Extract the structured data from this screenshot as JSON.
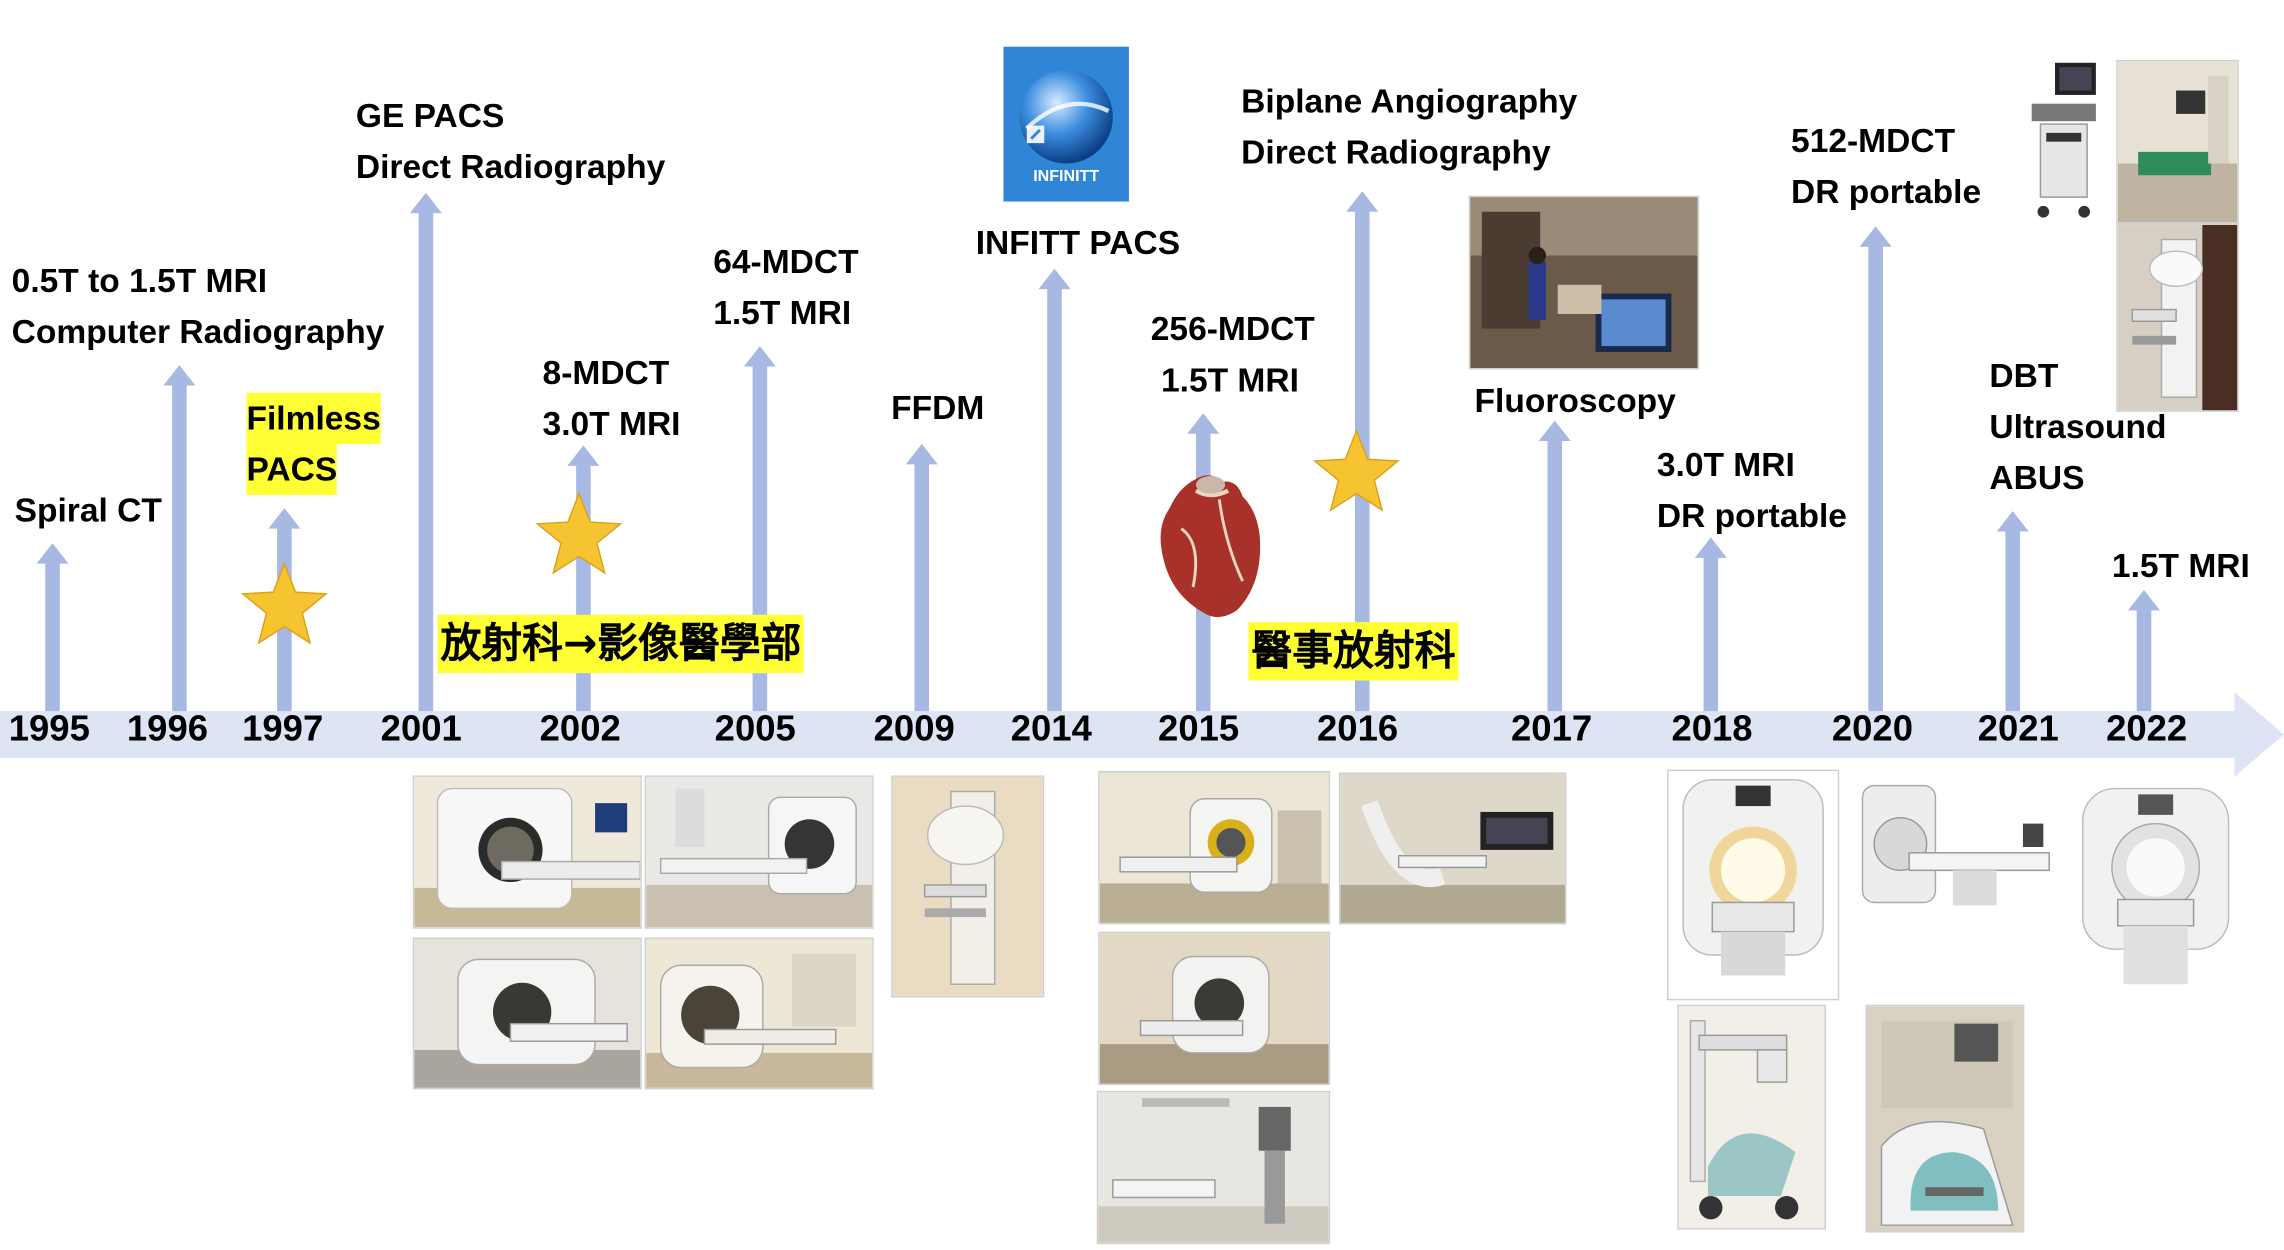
{
  "years": [
    "1995",
    "1996",
    "1997",
    "2001",
    "2002",
    "2005",
    "2009",
    "2014",
    "2015",
    "2016",
    "2017",
    "2018",
    "2020",
    "2021",
    "2022"
  ],
  "events": {
    "1995": [
      "Spiral CT"
    ],
    "1996": [
      "0.5T to 1.5T MRI",
      "Computer Radiography"
    ],
    "1997": [
      "Filmless",
      "PACS"
    ],
    "2001": [
      "GE PACS",
      "Direct Radiography"
    ],
    "2002": [
      "8-MDCT",
      "3.0T MRI"
    ],
    "2005": [
      "64-MDCT",
      "1.5T MRI"
    ],
    "2009": [
      "FFDM"
    ],
    "2014": [
      "INFITT PACS"
    ],
    "2015": [
      "256-MDCT",
      "1.5T MRI"
    ],
    "2016": [
      "Biplane Angiography",
      "Direct Radiography"
    ],
    "2017": [
      "Fluoroscopy"
    ],
    "2018": [
      "3.0T MRI",
      "DR portable"
    ],
    "2020": [
      "512-MDCT",
      "DR portable"
    ],
    "2021": [
      "DBT",
      "Ultrasound",
      "ABUS"
    ],
    "2022": [
      "1.5T MRI"
    ]
  },
  "milestones": {
    "m2002": "放射科→影像醫學部",
    "m2016": "醫事放射科"
  },
  "logo_text": "INFINITT",
  "colors": {
    "arrow": "#a7b9e3",
    "timeline_band": "#dde4f4",
    "star": "#f6c431",
    "star_stroke": "#d9a21b",
    "highlight": "#ffff33",
    "logo_bg": "#2f86d6"
  }
}
